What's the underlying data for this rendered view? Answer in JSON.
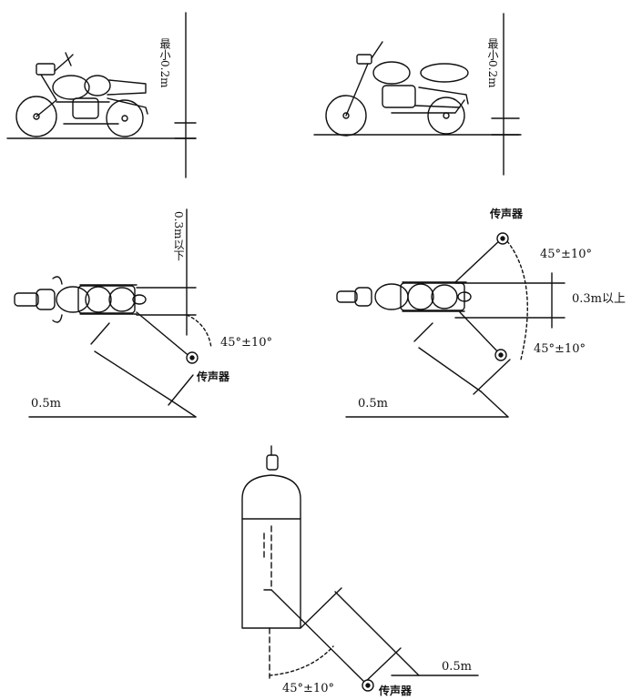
{
  "labels": {
    "min_height_1": "最小0.2m",
    "min_height_2": "最小0.2m",
    "max_height": "0.3m以下",
    "min_offset": "0.3m以上",
    "mic_1": "传声器",
    "mic_2": "传声器",
    "mic_3": "传声器",
    "angle_1": "45°±10°",
    "angle_2a": "45°±10°",
    "angle_2b": "45°±10°",
    "angle_3": "45°±10°",
    "dist_1": "0.5m",
    "dist_2": "0.5m",
    "dist_3": "0.5m"
  }
}
